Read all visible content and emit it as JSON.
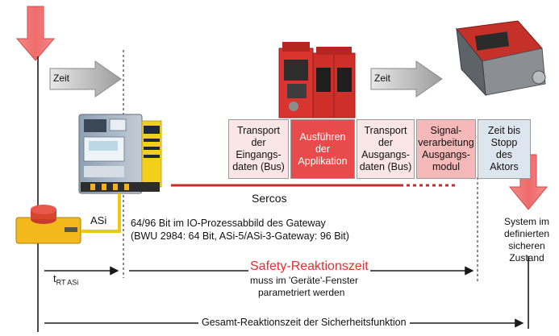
{
  "labels": {
    "zeit_1": "Zeit",
    "zeit_2": "Zeit",
    "asi": "ASi",
    "sercos": "Sercos",
    "gateway_line1": "64/96 Bit im IO-Prozessabbild des Gateway",
    "gateway_line2": "(BWU 2984: 64 Bit, ASi-5/ASi-3-Gateway: 96 Bit)",
    "safety_title": "Safety-Reaktionszeit",
    "safety_sub1": "muss im 'Geräte'-Fenster",
    "safety_sub2": "parametriert werden",
    "trt_main": "t",
    "trt_sub": "RT ASi",
    "system_line1": "System im",
    "system_line2": "definierten",
    "system_line3": "sicheren",
    "system_line4": "Zustand",
    "total": "Gesamt-Reaktionszeit der Sicherheitsfunktion"
  },
  "stages": [
    {
      "text": "Transport\nder\nEingangs-\ndaten (Bus)",
      "bg": "#fbe6e6",
      "color": "#111111"
    },
    {
      "text": "Ausführen\nder\nApplikation",
      "bg": "#e84b4b",
      "color": "#ffffff"
    },
    {
      "text": "Transport\nder\nAusgangs-\ndaten (Bus)",
      "bg": "#fbe6e6",
      "color": "#111111"
    },
    {
      "text": "Signal-\nverarbeitung\nAusgangs-\nmodul",
      "bg": "#f6b9b9",
      "color": "#111111"
    },
    {
      "text": "Zeit bis\nStopp\ndes\nAktors",
      "bg": "#dde6ef",
      "color": "#111111"
    }
  ],
  "colors": {
    "accent_red": "#e03030",
    "big_arrow_red": "#f27070",
    "line": "#1a1a1a",
    "device_red": "#d9352e"
  }
}
